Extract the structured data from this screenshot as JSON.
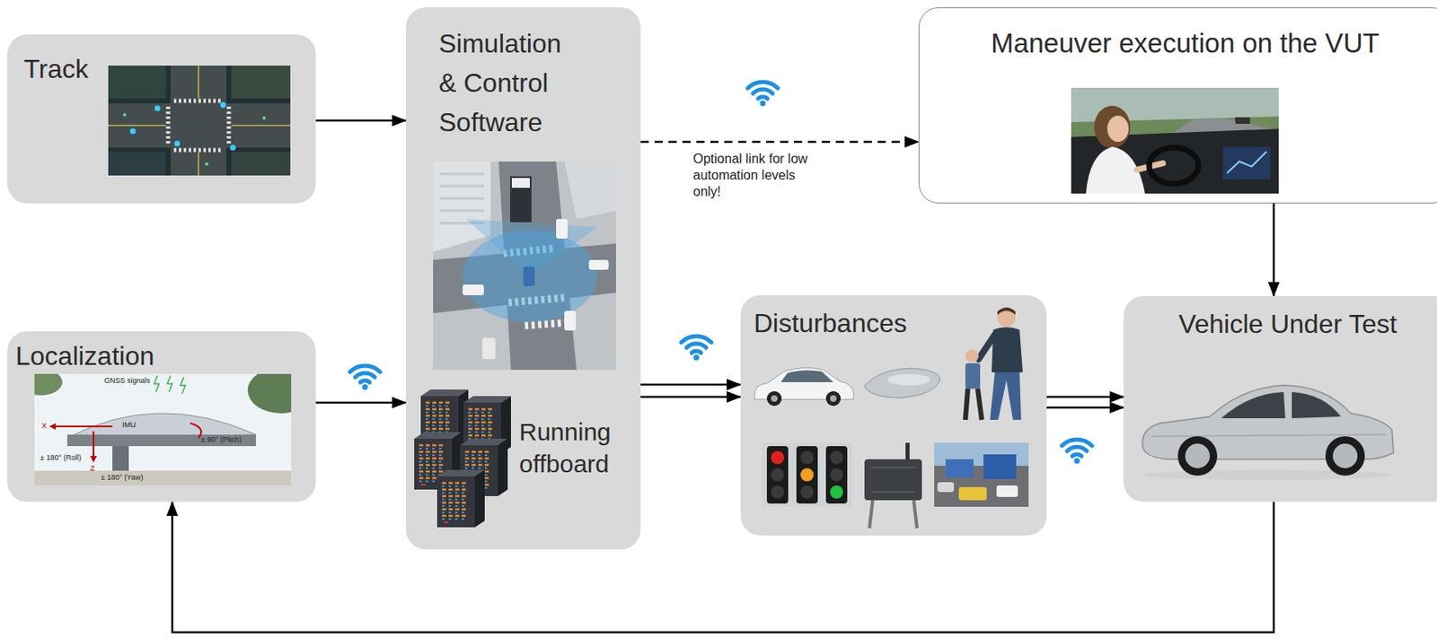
{
  "diagram": {
    "nodes": [
      {
        "text": [
          "Track"
        ]
      },
      {
        "text": [
          "Simulation & Control Software",
          "Running offboard"
        ]
      },
      {
        "text": [
          "Maneuver execution on the VUT"
        ]
      },
      {
        "text": [
          "Localization"
        ]
      },
      {
        "text": [
          "Disturbances"
        ]
      },
      {
        "text": [
          "Vehicle Under Test"
        ]
      }
    ],
    "edges": [
      {
        "from": 0,
        "to": 1,
        "arrow": "to"
      },
      {
        "from": 1,
        "to": 2,
        "arrow": "to",
        "label": "Optional link for low automation levels only!"
      },
      {
        "from": 2,
        "to": 5,
        "arrow": "to"
      },
      {
        "from": 3,
        "to": 1,
        "arrow": "to"
      },
      {
        "from": 1,
        "to": 4,
        "arrow": "to"
      },
      {
        "from": 1,
        "to": 4,
        "arrow": "to"
      },
      {
        "from": 4,
        "to": 5,
        "arrow": "to"
      },
      {
        "from": 4,
        "to": 5,
        "arrow": "to"
      },
      {
        "from": 5,
        "to": 3,
        "arrow": "to"
      }
    ],
    "labels": [
      "GNSS signals",
      "IMU",
      "X",
      "± 180° (Roll)",
      "± 90° (Pitch)",
      "Z",
      "± 180° (Yaw)"
    ]
  }
}
